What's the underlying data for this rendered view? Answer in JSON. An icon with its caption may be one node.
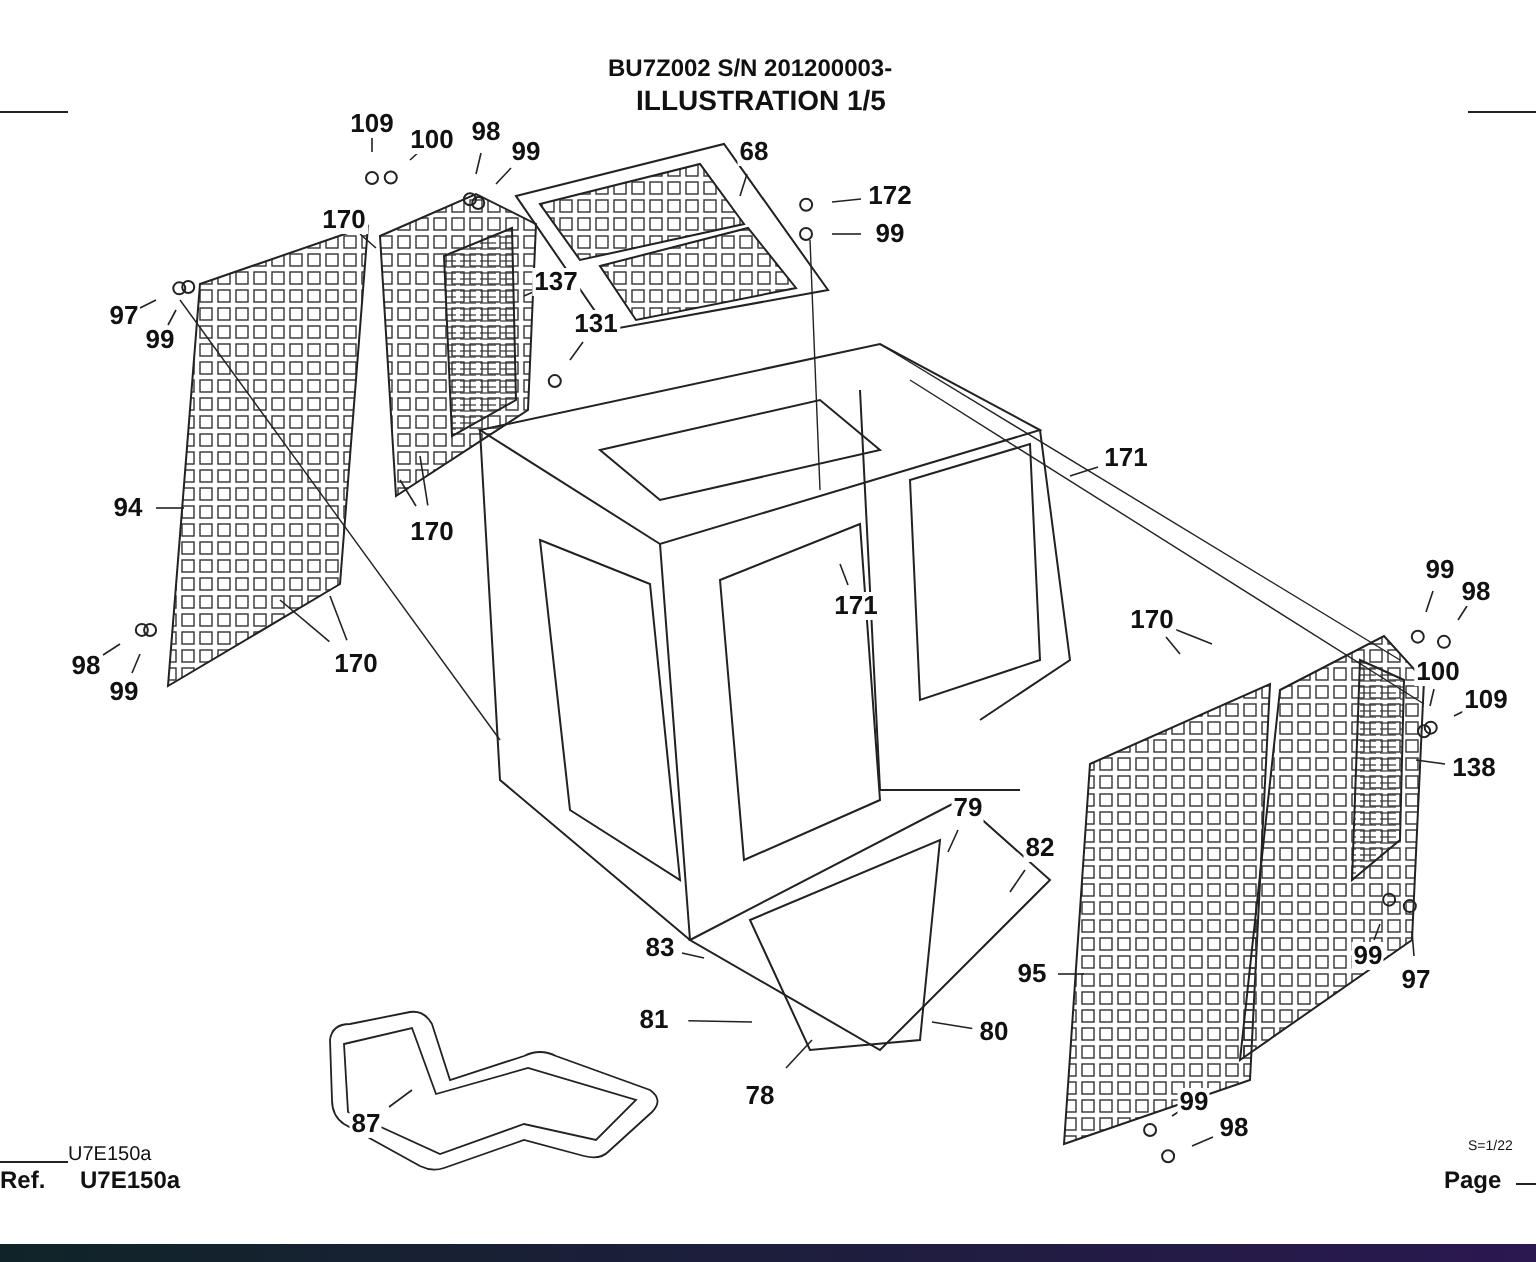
{
  "diagram": {
    "title": "ILLUSTRATION 1/5",
    "nodes": [
      {
        "text": [
          "109"
        ]
      },
      {
        "text": [
          "100"
        ]
      },
      {
        "text": [
          "98"
        ]
      },
      {
        "text": [
          "99"
        ]
      },
      {
        "text": [
          "170"
        ]
      },
      {
        "text": [
          "68"
        ]
      },
      {
        "text": [
          "172"
        ]
      },
      {
        "text": [
          "99"
        ]
      },
      {
        "text": [
          "137"
        ]
      },
      {
        "text": [
          "97"
        ]
      },
      {
        "text": [
          "99"
        ]
      },
      {
        "text": [
          "131"
        ]
      },
      {
        "text": [
          "94"
        ]
      },
      {
        "text": [
          "170"
        ]
      },
      {
        "text": [
          "171"
        ]
      },
      {
        "text": [
          "171"
        ]
      },
      {
        "text": [
          "98"
        ]
      },
      {
        "text": [
          "99"
        ]
      },
      {
        "text": [
          "170"
        ]
      },
      {
        "text": [
          "99"
        ]
      },
      {
        "text": [
          "98"
        ]
      },
      {
        "text": [
          "100"
        ]
      },
      {
        "text": [
          "109"
        ]
      },
      {
        "text": [
          "170"
        ]
      },
      {
        "text": [
          "138"
        ]
      },
      {
        "text": [
          "79"
        ]
      },
      {
        "text": [
          "82"
        ]
      },
      {
        "text": [
          "83"
        ]
      },
      {
        "text": [
          "95"
        ]
      },
      {
        "text": [
          "81"
        ]
      },
      {
        "text": [
          "80"
        ]
      },
      {
        "text": [
          "78"
        ]
      },
      {
        "text": [
          "87"
        ]
      },
      {
        "text": [
          "99"
        ]
      },
      {
        "text": [
          "98"
        ]
      },
      {
        "text": [
          "99"
        ]
      },
      {
        "text": [
          "97"
        ]
      }
    ],
    "edges": [
      {
        "from": 0,
        "to": null,
        "arrow": "none"
      },
      {
        "from": 1,
        "to": null,
        "arrow": "none"
      },
      {
        "from": 2,
        "to": null,
        "arrow": "none"
      },
      {
        "from": 3,
        "to": null,
        "arrow": "none"
      },
      {
        "from": 4,
        "to": null,
        "arrow": "none"
      },
      {
        "from": 5,
        "to": null,
        "arrow": "none"
      },
      {
        "from": 6,
        "to": null,
        "arrow": "none"
      },
      {
        "from": 7,
        "to": null,
        "arrow": "none"
      },
      {
        "from": 8,
        "to": null,
        "arrow": "none"
      },
      {
        "from": 9,
        "to": null,
        "arrow": "none"
      },
      {
        "from": 10,
        "to": null,
        "arrow": "none"
      },
      {
        "from": 11,
        "to": null,
        "arrow": "none"
      },
      {
        "from": 12,
        "to": null,
        "arrow": "none"
      },
      {
        "from": 13,
        "to": null,
        "arrow": "none"
      },
      {
        "from": 13,
        "to": null,
        "arrow": "none"
      },
      {
        "from": 14,
        "to": null,
        "arrow": "none"
      },
      {
        "from": 15,
        "to": null,
        "arrow": "none"
      },
      {
        "from": 16,
        "to": null,
        "arrow": "none"
      },
      {
        "from": 17,
        "to": null,
        "arrow": "none"
      },
      {
        "from": 18,
        "to": null,
        "arrow": "none"
      },
      {
        "from": 18,
        "to": null,
        "arrow": "none"
      },
      {
        "from": 19,
        "to": null,
        "arrow": "none"
      },
      {
        "from": 20,
        "to": null,
        "arrow": "none"
      },
      {
        "from": 21,
        "to": null,
        "arrow": "none"
      },
      {
        "from": 22,
        "to": null,
        "arrow": "none"
      },
      {
        "from": 23,
        "to": null,
        "arrow": "none"
      },
      {
        "from": 23,
        "to": null,
        "arrow": "none"
      },
      {
        "from": 24,
        "to": null,
        "arrow": "none"
      },
      {
        "from": 25,
        "to": null,
        "arrow": "none"
      },
      {
        "from": 26,
        "to": null,
        "arrow": "none"
      },
      {
        "from": 27,
        "to": null,
        "arrow": "none"
      },
      {
        "from": 28,
        "to": null,
        "arrow": "none"
      },
      {
        "from": 29,
        "to": null,
        "arrow": "none"
      },
      {
        "from": 30,
        "to": null,
        "arrow": "none"
      },
      {
        "from": 31,
        "to": null,
        "arrow": "none"
      },
      {
        "from": 32,
        "to": null,
        "arrow": "none"
      },
      {
        "from": 33,
        "to": null,
        "arrow": "none"
      },
      {
        "from": 34,
        "to": null,
        "arrow": "none"
      },
      {
        "from": 35,
        "to": null,
        "arrow": "none"
      },
      {
        "from": 36,
        "to": null,
        "arrow": "none"
      }
    ],
    "labels": [
      "BU7Z002 S/N 201200003-",
      "U7E150a",
      "Ref.",
      "U7E150a",
      "S=1/22",
      "Page"
    ]
  }
}
